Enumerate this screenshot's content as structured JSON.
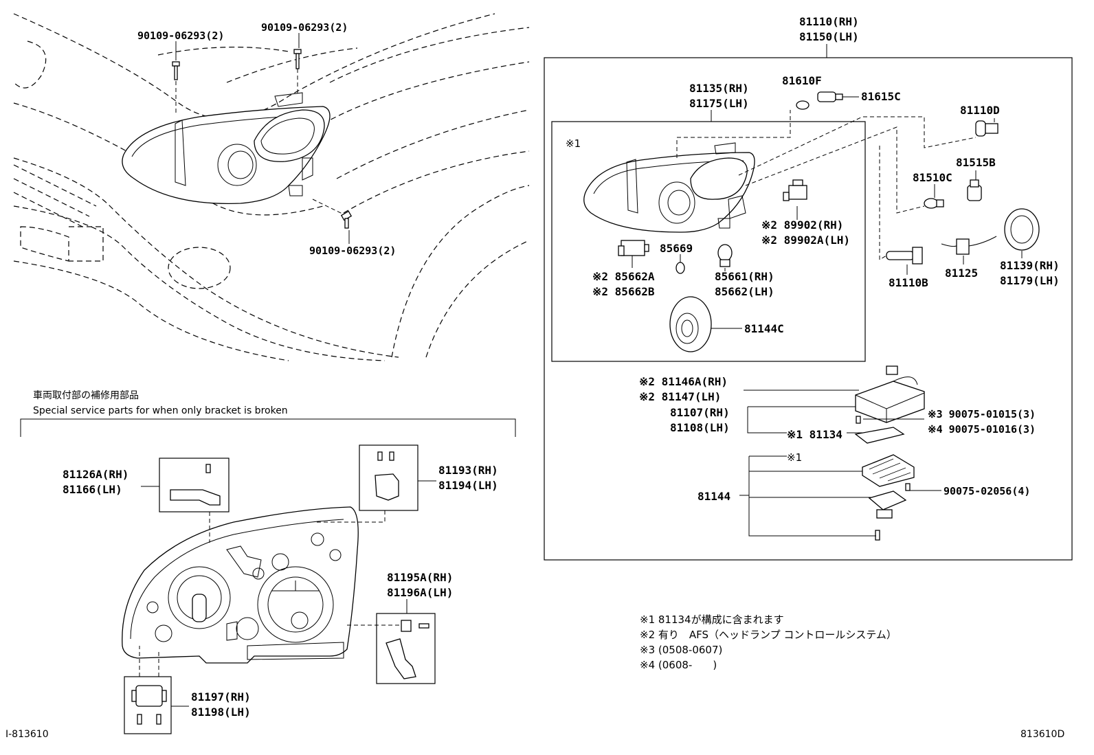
{
  "labels": {
    "bolt_top_left": "90109-06293(2)",
    "bolt_top_right": "90109-06293(2)",
    "bolt_lower": "90109-06293(2)",
    "assy_rh": "81110(RH)",
    "assy_lh": "81150(LH)",
    "unit_rh": "81135(RH)",
    "unit_lh": "81175(LH)",
    "p81610f": "81610F",
    "p81615c": "81615C",
    "p81110d": "81110D",
    "p81515b": "81515B",
    "p81510c": "81510C",
    "mark1_box": "※1",
    "p89902_rh": "※2 89902(RH)",
    "p89902a_lh": "※2 89902A(LH)",
    "p85669": "85669",
    "p85662a": "※2 85662A",
    "p85662b": "※2 85662B",
    "p85661_rh": "85661(RH)",
    "p85662_lh": "85662(LH)",
    "p81144c": "81144C",
    "p81110b": "81110B",
    "p81125": "81125",
    "p81139_rh": "81139(RH)",
    "p81179_lh": "81179(LH)",
    "p81146a_rh": "※2 81146A(RH)",
    "p81147_lh": "※2 81147(LH)",
    "p81107_rh": "81107(RH)",
    "p81108_lh": "81108(LH)",
    "p81134": "※1 81134",
    "screw_a": "※3 90075-01015(3)",
    "screw_b": "※4 90075-01016(3)",
    "mark1_small": "※1",
    "p81144": "81144",
    "screw_c": "90075-02056(4)",
    "caption_jp": "車両取付部の補修用部品",
    "caption_en": "Special service parts for when only bracket is broken",
    "p81126a_rh": "81126A(RH)",
    "p81166_lh": "81166(LH)",
    "p81193_rh": "81193(RH)",
    "p81194_lh": "81194(LH)",
    "p81195a_rh": "81195A(RH)",
    "p81196a_lh": "81196A(LH)",
    "p81197_rh": "81197(RH)",
    "p81198_lh": "81198(LH)",
    "ref_left": "I-813610",
    "ref_right": "813610D"
  },
  "notes": [
    "※1 81134が構成に含まれます",
    "※2 有り　AFS（ヘッドランプ コントロールシステム）",
    "※3 (0508-0607)",
    "※4 (0608-　　)"
  ]
}
